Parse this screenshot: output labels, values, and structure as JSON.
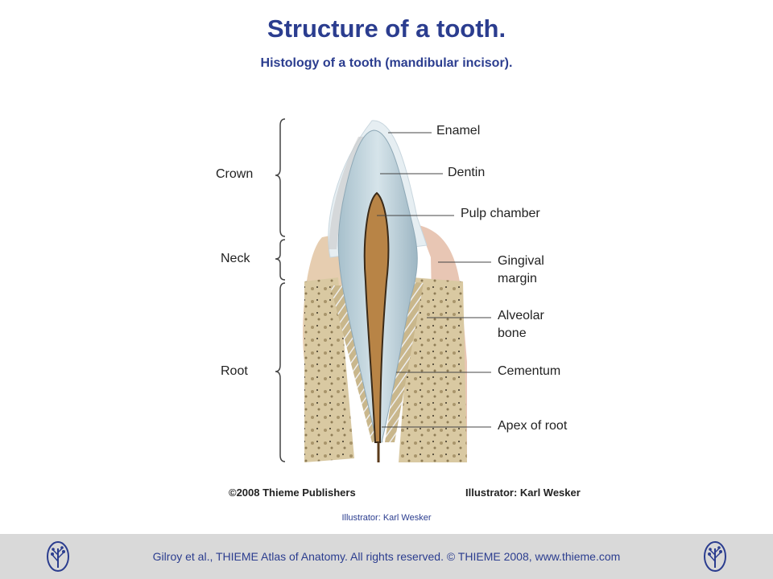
{
  "header": {
    "title": "Structure of a tooth.",
    "subtitle": "Histology of a tooth (mandibular incisor)."
  },
  "diagram": {
    "regions": {
      "crown": "Crown",
      "neck": "Neck",
      "root": "Root"
    },
    "labels": {
      "enamel": "Enamel",
      "dentin": "Dentin",
      "pulp_chamber": "Pulp chamber",
      "gingival_margin": "Gingival margin",
      "alveolar_bone": "Alveolar bone",
      "cementum": "Cementum",
      "apex_of_root": "Apex of root"
    },
    "copyright": "©2008 Thieme Publishers",
    "illustrator": "Illustrator: Karl Wesker"
  },
  "caption": "Illustrator: Karl Wesker",
  "footer": {
    "text": "Gilroy et al., THIEME Atlas of Anatomy. All rights reserved. © THIEME 2008, www.thieme.com",
    "logo_icon": "thieme-tree-logo-icon"
  },
  "colors": {
    "title": "#2b3d8f",
    "footer_bg": "#d9d9d9"
  }
}
